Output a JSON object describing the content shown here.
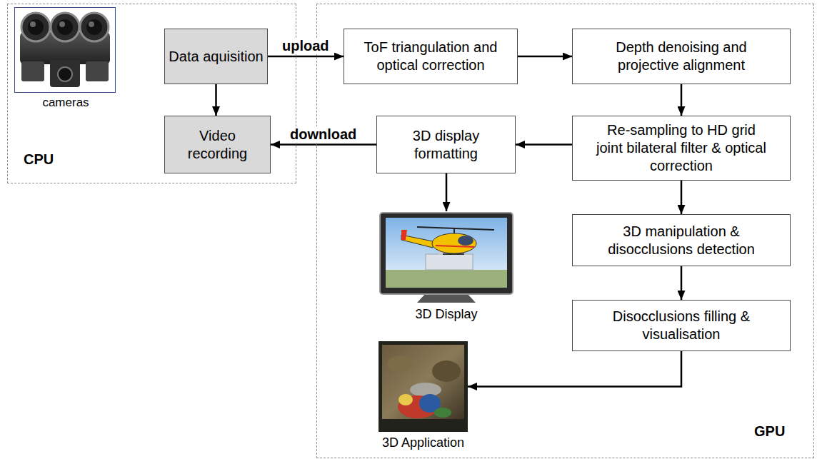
{
  "diagram": {
    "nodes": [
      {
        "text": [
          "CPU"
        ]
      },
      {
        "text": [
          "cameras"
        ],
        "in": 0
      },
      {
        "text": [
          "Data aquisition"
        ],
        "in": 0
      },
      {
        "text": [
          "Video recording"
        ],
        "in": 0
      },
      {
        "text": [
          "GPU"
        ]
      },
      {
        "text": [
          "ToF triangulation and optical correction"
        ],
        "in": 4
      },
      {
        "text": [
          "Depth denoising and projective alignment"
        ],
        "in": 4
      },
      {
        "text": [
          "3D display formatting"
        ],
        "in": 4
      },
      {
        "text": [
          "Re-sampling to HD grid joint bilateral filter & optical correction"
        ],
        "in": 4
      },
      {
        "text": [
          "3D manipulation & disocclusions detection"
        ],
        "in": 4
      },
      {
        "text": [
          "3D Display"
        ],
        "in": 4
      },
      {
        "text": [
          "Disocclusions filling & visualisation"
        ],
        "in": 4
      },
      {
        "text": [
          "3D Application"
        ],
        "in": 4
      }
    ],
    "edges": [
      {
        "from": 2,
        "to": 5,
        "label": "upload",
        "arrow": "to"
      },
      {
        "from": 5,
        "to": 6,
        "arrow": "to"
      },
      {
        "from": 6,
        "to": 8,
        "arrow": "to"
      },
      {
        "from": 8,
        "to": 7,
        "arrow": "to"
      },
      {
        "from": 7,
        "to": 3,
        "label": "download",
        "arrow": "to"
      },
      {
        "from": 2,
        "to": 3,
        "arrow": "to"
      },
      {
        "from": 7,
        "to": 10,
        "arrow": "to"
      },
      {
        "from": 8,
        "to": 9,
        "arrow": "to"
      },
      {
        "from": 9,
        "to": 11,
        "arrow": "to"
      },
      {
        "from": 11,
        "to": 12,
        "arrow": "to"
      }
    ]
  }
}
